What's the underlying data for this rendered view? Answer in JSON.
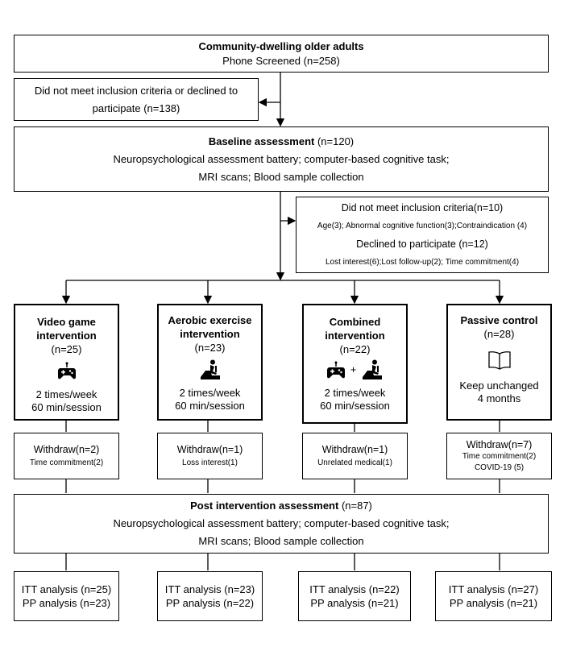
{
  "screening": {
    "title": "Community-dwelling older adults",
    "subtitle": "Phone Screened (n=258)"
  },
  "excluded1": {
    "line1": "Did not meet inclusion criteria or declined to",
    "line2": "participate (n=138)"
  },
  "baseline": {
    "title": "Baseline assessment",
    "count": " (n=120)",
    "line1": "Neuropsychological assessment battery; computer-based cognitive task;",
    "line2": "MRI scans; Blood sample collection"
  },
  "excluded2": {
    "line1": "Did not meet inclusion criteria(n=10)",
    "line2": "Age(3); Abnormal cognitive function(3);Contraindication (4)",
    "line3": "Declined to participate (n=12)",
    "line4": "Lost interest(6);Lost follow-up(2); Time commitment(4)"
  },
  "arms": [
    {
      "title1": "Video game",
      "title2": "intervention",
      "n": "(n=25)",
      "icon": "gamepad-icon",
      "freq": "2 times/week",
      "dur": "60 min/session",
      "withdraw": "Withdraw(n=2)",
      "reason1": "Time commitment(2)",
      "reason2": "",
      "itt": "ITT analysis (n=25)",
      "pp": "PP analysis (n=23)"
    },
    {
      "title1": "Aerobic exercise",
      "title2": "intervention",
      "n": "(n=23)",
      "icon": "exercise-bike-icon",
      "freq": "2 times/week",
      "dur": "60 min/session",
      "withdraw": "Withdraw(n=1)",
      "reason1": "Loss interest(1)",
      "reason2": "",
      "itt": "ITT analysis (n=23)",
      "pp": "PP analysis (n=22)"
    },
    {
      "title1": "Combined",
      "title2": "intervention",
      "n": "(n=22)",
      "icon": "gamepad-plus-bike-icon",
      "plus": "+",
      "freq": "2 times/week",
      "dur": "60 min/session",
      "withdraw": "Withdraw(n=1)",
      "reason1": "Unrelated medical(1)",
      "reason2": "",
      "itt": "ITT analysis (n=22)",
      "pp": "PP analysis (n=21)"
    },
    {
      "title1": "Passive control",
      "title2": "",
      "n": "(n=28)",
      "icon": "book-icon",
      "freq": "Keep unchanged",
      "dur": "4 months",
      "withdraw": "Withdraw(n=7)",
      "reason1": "Time commitment(2)",
      "reason2": "COVID-19 (5)",
      "itt": "ITT analysis (n=27)",
      "pp": "PP analysis (n=21)"
    }
  ],
  "post": {
    "title": "Post intervention assessment",
    "count": " (n=87)",
    "line1": "Neuropsychological assessment battery; computer-based cognitive task;",
    "line2": "MRI scans; Blood sample collection"
  }
}
